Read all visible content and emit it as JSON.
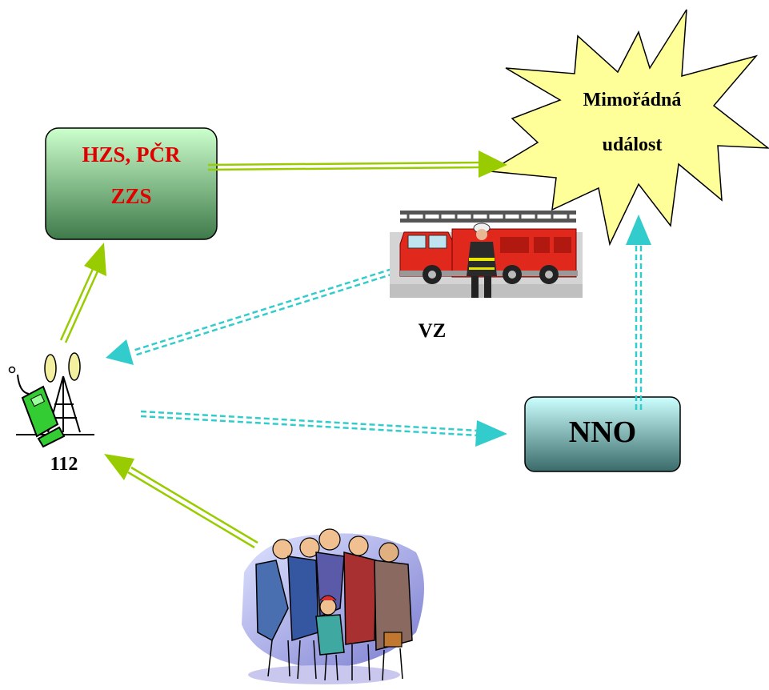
{
  "nodes": {
    "responders": {
      "line1": "HZS, PČR",
      "line2": "ZZS",
      "text_color": "#e00000"
    },
    "event": {
      "line1": "Mimořádná",
      "line2": "událost",
      "fill": "#ffff99"
    },
    "nno": {
      "label": "NNO"
    },
    "vz": {
      "label": "VZ"
    },
    "emergency_number": {
      "label": "112"
    }
  },
  "colors": {
    "solid_arrow": "#99cc00",
    "dashed_arrow": "#33cccc",
    "responders_box_top": "#ccffcc",
    "responders_box_bottom": "#3f7a4a",
    "nno_box_top": "#ccffff",
    "nno_box_bottom": "#3a6a6a"
  },
  "icons": [
    "fire-truck-icon",
    "firefighter-icon",
    "antenna-phone-icon",
    "crowd-icon"
  ]
}
